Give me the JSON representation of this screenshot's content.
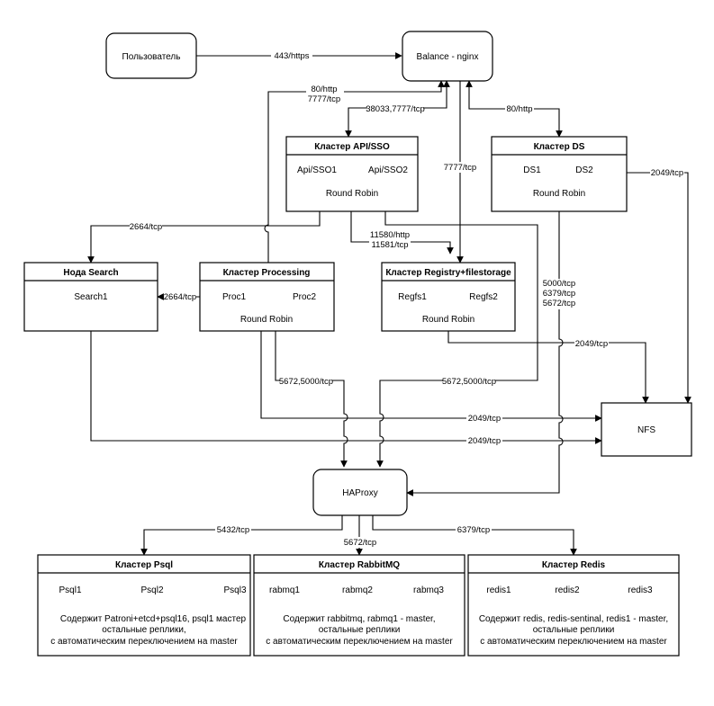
{
  "nodes": {
    "user": "Пользователь",
    "balance": "Balance - nginx",
    "haproxy": "HAProxy",
    "nfs": "NFS"
  },
  "clusters": {
    "api": {
      "title": "Кластер API/SSO",
      "n1": "Api/SSO1",
      "n2": "Api/SSO2",
      "rr": "Round Robin"
    },
    "ds": {
      "title": "Кластер DS",
      "n1": "DS1",
      "n2": "DS2",
      "rr": "Round Robin"
    },
    "search": {
      "title": "Нода Search",
      "n1": "Search1"
    },
    "processing": {
      "title": "Кластер Processing",
      "n1": "Proc1",
      "n2": "Proc2",
      "rr": "Round Robin"
    },
    "registry": {
      "title": "Кластер Registry+filestorage",
      "n1": "Regfs1",
      "n2": "Regfs2",
      "rr": "Round Robin"
    },
    "psql": {
      "title": "Кластер Psql",
      "n1": "Psql1",
      "n2": "Psql2",
      "n3": "Psql3",
      "d1": "Содержит Patroni+etcd+psql16, psql1 мастер",
      "d2": "остальные реплики,",
      "d3": "с автоматическим переключением на master"
    },
    "rabbit": {
      "title": "Кластер RabbitMQ",
      "n1": "rabmq1",
      "n2": "rabmq2",
      "n3": "rabmq3",
      "d1": "Содержит rabbitmq, rabmq1 - master,",
      "d2": "остальные реплики",
      "d3": "с автоматическим переключением на master"
    },
    "redis": {
      "title": "Кластер Redis",
      "n1": "redis1",
      "n2": "redis2",
      "n3": "redis3",
      "d1": "Содержит redis, redis-sentinal, redis1 - master,",
      "d2": "остальные реплики",
      "d3": "с автоматическим переключением на master"
    }
  },
  "edges": {
    "user_balance": "443/https",
    "proc_balance_a": "80/http",
    "proc_balance_b": "7777/tcp",
    "balance_api": "38033,7777/tcp",
    "balance_ds": "80/http",
    "balance_registry": "7777/tcp",
    "api_search": "2664/tcp",
    "proc_search": "2664/tcp",
    "api_registry_a": "11580/http",
    "api_registry_b": "11581/tcp",
    "ds_nfs": "2049/tcp",
    "ds_haproxy_a": "5000/tcp",
    "ds_haproxy_b": "6379/tcp",
    "ds_haproxy_c": "5672/tcp",
    "registry_nfs": "2049/tcp",
    "proc_haproxy": "5672,5000/tcp",
    "api_haproxy": "5672,5000/tcp",
    "proc_nfs": "2049/tcp",
    "search_nfs": "2049/tcp",
    "haproxy_psql": "5432/tcp",
    "haproxy_rabbit": "5672/tcp",
    "haproxy_redis": "6379/tcp"
  }
}
